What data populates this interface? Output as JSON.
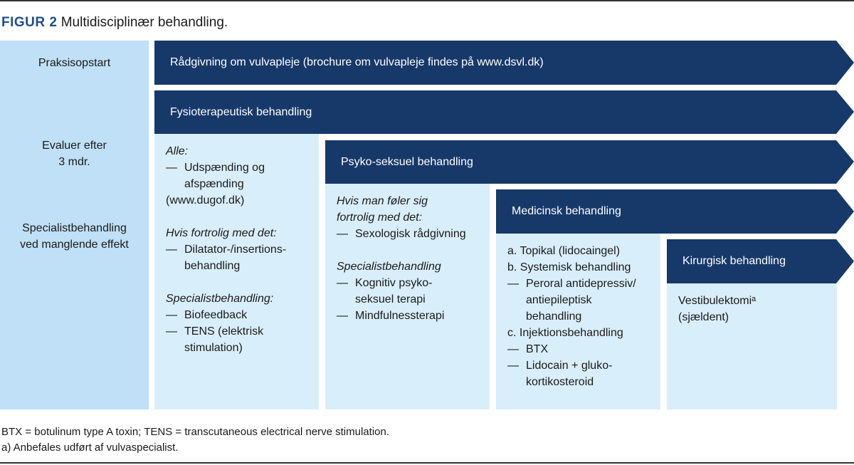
{
  "figure": {
    "label": "FIGUR 2",
    "title": "Multidisciplinær behandling."
  },
  "left_column": {
    "start": "Praksisopstart",
    "evaluate": [
      "Evaluer efter",
      "3 mdr."
    ],
    "specialist": [
      "Specialistbehandling",
      "ved manglende effekt"
    ]
  },
  "arrows": [
    {
      "label": "Rådgivning om vulvapleje (brochure om vulvapleje findes på www.dsvl.dk)"
    },
    {
      "label": "Fysioterapeutisk behandling"
    },
    {
      "label": "Psyko-seksuel behandling"
    },
    {
      "label": "Medicinsk behandling"
    },
    {
      "label": "Kirurgisk behandling"
    }
  ],
  "physio": {
    "all_heading": "Alle:",
    "all_items": [
      [
        "Udspænding og",
        "afspænding",
        "(www.dugof.dk)"
      ]
    ],
    "comfortable_heading": "Hvis fortrolig med det:",
    "comfortable_items": [
      [
        "Dilatator-/insertions-",
        "behandling"
      ]
    ],
    "specialist_heading": "Specialistbehandling:",
    "specialist_items": [
      [
        "Biofeedback"
      ],
      [
        "TENS (elektrisk",
        "stimulation)"
      ]
    ]
  },
  "psycho": {
    "comfortable_heading": [
      "Hvis man føler sig",
      "fortrolig med det:"
    ],
    "comfortable_items": [
      [
        "Sexologisk rådgivning"
      ]
    ],
    "specialist_heading": "Specialistbehandling",
    "specialist_items": [
      [
        "Kognitiv psyko-",
        "seksuel terapi"
      ],
      [
        "Mindfulnessterapi"
      ]
    ]
  },
  "medical": {
    "a": "a. Topikal (lidocaingel)",
    "b": "b. Systemisk behandling",
    "b_items": [
      [
        "Peroral antidepressiv/",
        "antiepileptisk",
        "behandling"
      ]
    ],
    "c": "c. Injektionsbehandling",
    "c_items": [
      [
        "BTX"
      ],
      [
        "Lidocain + gluko-",
        "kortikosteroid"
      ]
    ]
  },
  "surgical": {
    "lines": [
      "Vestibulektomiᵃ",
      "(sjældent)"
    ]
  },
  "dash": "—",
  "footnotes": [
    "BTX = botulinum type A toxin; TENS = transcutaneous electrical nerve stimulation.",
    "a) Anbefales udført af vulvaspecialist."
  ],
  "colors": {
    "arrow": "#17396a",
    "left_column": "#bfe0f6",
    "pane": "#d9eefb",
    "figure_label": "#1e4f8c"
  }
}
